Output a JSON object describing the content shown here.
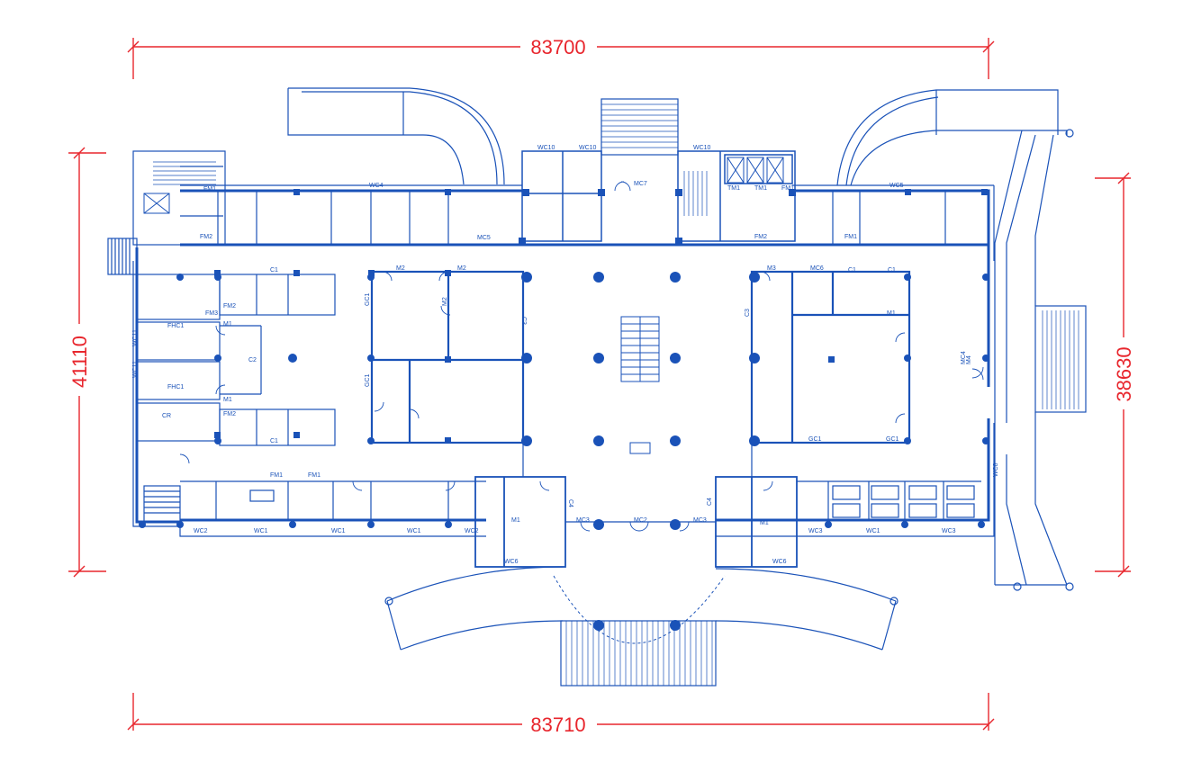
{
  "dimensions": {
    "top_width": "83700",
    "bottom_width": "83710",
    "left_height": "41110",
    "right_height": "38630"
  },
  "colors": {
    "plan_line": "#1a52b8",
    "dimension_line": "#e8262d",
    "background": "#ffffff"
  },
  "labels": {
    "top": [
      "WC10",
      "WC10",
      "WC10",
      "WC4",
      "WC5",
      "MC7",
      "FM2",
      "FM2",
      "FM1",
      "FM1",
      "TM1",
      "TM1"
    ],
    "left": [
      "FHC1",
      "FHC1",
      "FM2",
      "FM2",
      "C1",
      "C1",
      "C2",
      "CR",
      "WC11",
      "WC11",
      "FM3",
      "M1",
      "M1"
    ],
    "center": [
      "M2",
      "M2",
      "M3",
      "MC6",
      "C1",
      "C1",
      "GC1",
      "GC1",
      "GC1",
      "GC1",
      "C3",
      "C3",
      "M2",
      "M1",
      "M4"
    ],
    "bottom": [
      "WC2",
      "WC1",
      "WC1",
      "WC1",
      "WC2",
      "WC6",
      "WC6",
      "WC3",
      "WC3",
      "WC1",
      "MC3",
      "MC2",
      "MC3",
      "C4",
      "C4",
      "M1",
      "M1",
      "MC5",
      "FM1",
      "FM1",
      "FM1",
      "MC4",
      "WC8"
    ]
  }
}
